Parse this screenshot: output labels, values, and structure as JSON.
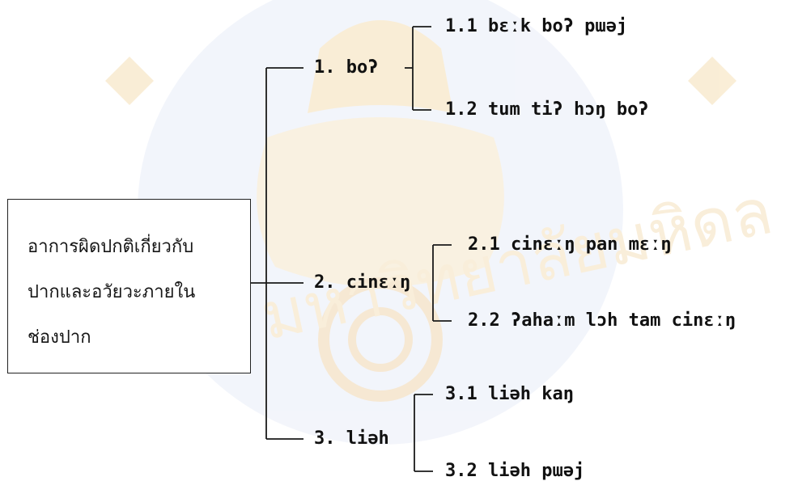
{
  "root": {
    "lines": [
      "อาการผิดปกติเกี่ยวกับ",
      "ปากและอวัยวะภายใน",
      "ช่องปาก"
    ]
  },
  "branches": [
    {
      "label": "1. boʔ",
      "children": [
        {
          "label": "1.1 bɛːk boʔ pɯəj"
        },
        {
          "label": "1.2 tum tiʔ hɔŋ boʔ"
        }
      ]
    },
    {
      "label": "2. cinɛːŋ",
      "children": [
        {
          "label": "2.1 cinɛːŋ pan mɛːŋ"
        },
        {
          "label": "2.2 ʔahaːm lɔh tam cinɛːŋ"
        }
      ]
    },
    {
      "label": "3. liəh",
      "children": [
        {
          "label": "3.1 liəh kaŋ"
        },
        {
          "label": "3.2 liəh pɯəj"
        }
      ]
    }
  ],
  "colors": {
    "line": "#1a1a1a",
    "watermark": "#e8c06a",
    "watermark_blue": "#9fb2dc"
  }
}
